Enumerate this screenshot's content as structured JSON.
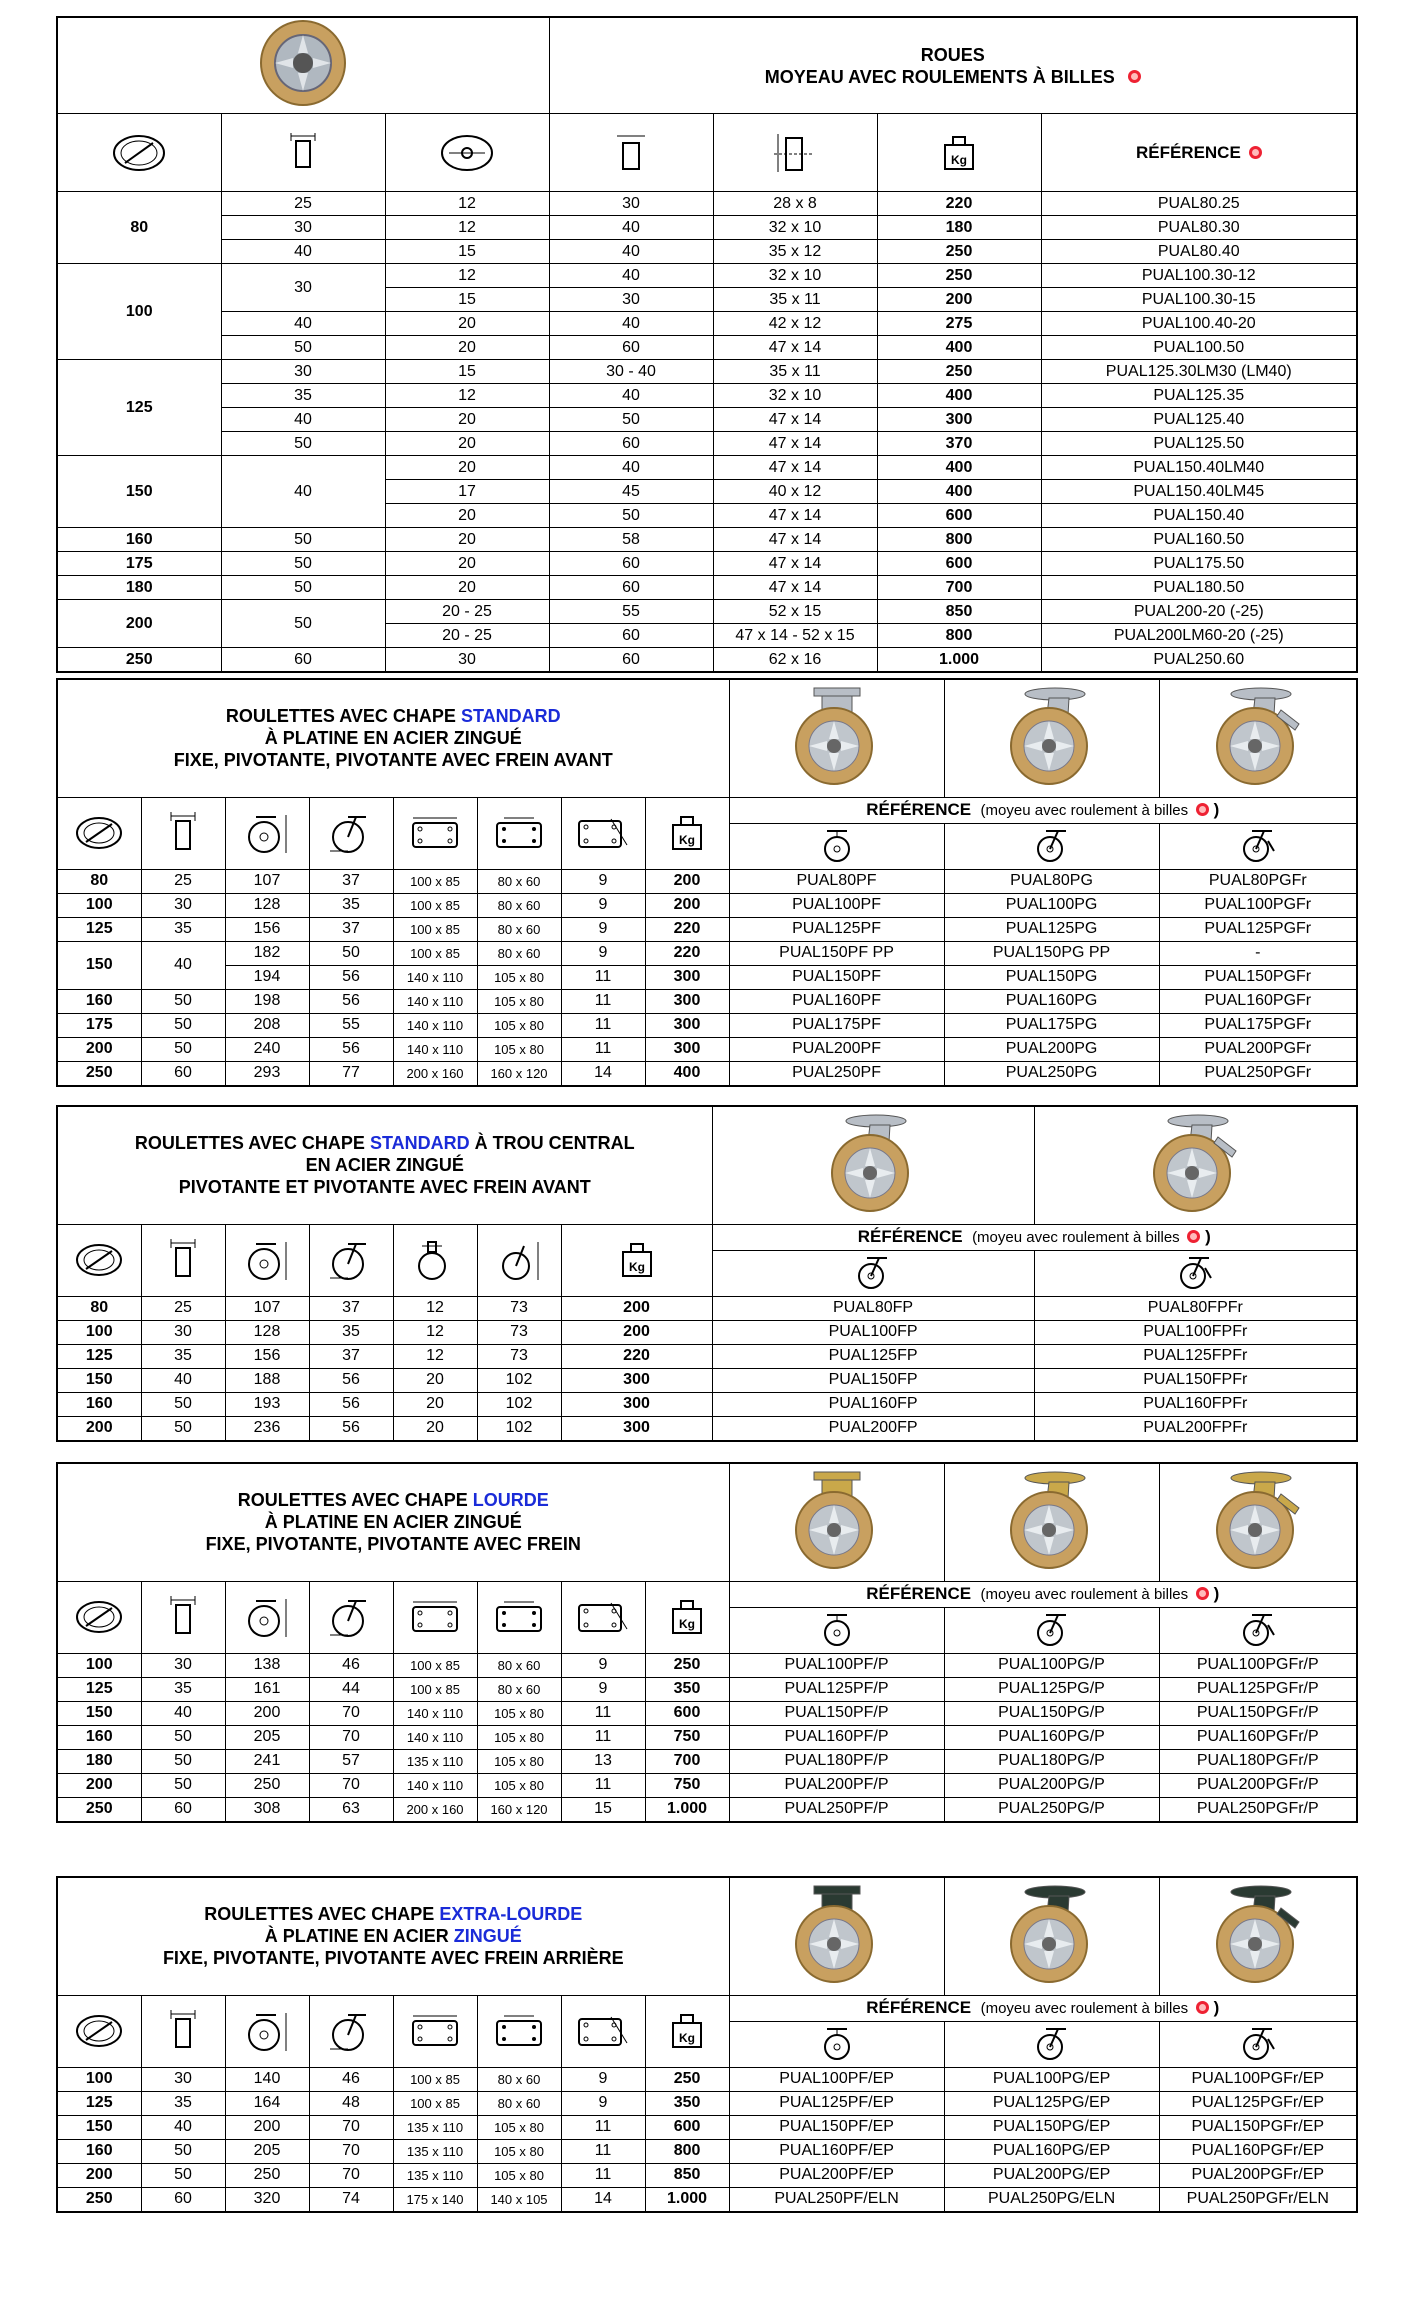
{
  "colors": {
    "accent": "#1a2bd8",
    "badge": "#e23",
    "wheel_tread": "#c8a060",
    "hub": "#b0b8c0"
  },
  "s1": {
    "title1": "ROUES",
    "title2": "MOYEAU AVEC ROULEMENTS À BILLES",
    "ref_label": "RÉFÉRENCE",
    "rows": [
      [
        "80",
        "25",
        "12",
        "30",
        "28 x 8",
        "220",
        "PUAL80.25"
      ],
      [
        "",
        "30",
        "12",
        "40",
        "32 x 10",
        "180",
        "PUAL80.30"
      ],
      [
        "",
        "40",
        "15",
        "40",
        "35 x 12",
        "250",
        "PUAL80.40"
      ],
      [
        "100",
        "30",
        "12",
        "40",
        "32 x 10",
        "250",
        "PUAL100.30-12"
      ],
      [
        "",
        "",
        "15",
        "30",
        "35 x 11",
        "200",
        "PUAL100.30-15"
      ],
      [
        "",
        "40",
        "20",
        "40",
        "42 x 12",
        "275",
        "PUAL100.40-20"
      ],
      [
        "",
        "50",
        "20",
        "60",
        "47 x 14",
        "400",
        "PUAL100.50"
      ],
      [
        "125",
        "30",
        "15",
        "30 - 40",
        "35 x 11",
        "250",
        "PUAL125.30LM30 (LM40)"
      ],
      [
        "",
        "35",
        "12",
        "40",
        "32 x 10",
        "400",
        "PUAL125.35"
      ],
      [
        "",
        "40",
        "20",
        "50",
        "47 x 14",
        "300",
        "PUAL125.40"
      ],
      [
        "",
        "50",
        "20",
        "60",
        "47 x 14",
        "370",
        "PUAL125.50"
      ],
      [
        "150",
        "40",
        "20",
        "40",
        "47 x 14",
        "400",
        "PUAL150.40LM40"
      ],
      [
        "",
        "",
        "17",
        "45",
        "40 x 12",
        "400",
        "PUAL150.40LM45"
      ],
      [
        "",
        "",
        "20",
        "50",
        "47 x 14",
        "600",
        "PUAL150.40"
      ],
      [
        "160",
        "50",
        "20",
        "58",
        "47 x 14",
        "800",
        "PUAL160.50"
      ],
      [
        "175",
        "50",
        "20",
        "60",
        "47 x 14",
        "600",
        "PUAL175.50"
      ],
      [
        "180",
        "50",
        "20",
        "60",
        "47 x 14",
        "700",
        "PUAL180.50"
      ],
      [
        "200",
        "50",
        "20 - 25",
        "55",
        "52 x 15",
        "850",
        "PUAL200-20 (-25)"
      ],
      [
        "",
        "",
        "20 - 25",
        "60",
        "47 x 14 - 52 x 15",
        "800",
        "PUAL200LM60-20 (-25)"
      ],
      [
        "250",
        "60",
        "30",
        "60",
        "62 x 16",
        "1.000",
        "PUAL250.60"
      ]
    ]
  },
  "s2": {
    "title_a": "ROULETTES AVEC CHAPE ",
    "title_b": "STANDARD",
    "line2": "À PLATINE EN ACIER ZINGUÉ",
    "line3": "FIXE, PIVOTANTE, PIVOTANTE AVEC FREIN AVANT",
    "ref": "RÉFÉRENCE",
    "ref_note": "(moyeu avec roulement à billes",
    "rows": [
      [
        "80",
        "25",
        "107",
        "37",
        "100 x 85",
        "80 x 60",
        "9",
        "200",
        "PUAL80PF",
        "PUAL80PG",
        "PUAL80PGFr"
      ],
      [
        "100",
        "30",
        "128",
        "35",
        "100 x 85",
        "80 x 60",
        "9",
        "200",
        "PUAL100PF",
        "PUAL100PG",
        "PUAL100PGFr"
      ],
      [
        "125",
        "35",
        "156",
        "37",
        "100 x 85",
        "80 x 60",
        "9",
        "220",
        "PUAL125PF",
        "PUAL125PG",
        "PUAL125PGFr"
      ],
      [
        "150",
        "40",
        "182",
        "50",
        "100 x 85",
        "80 x 60",
        "9",
        "220",
        "PUAL150PF PP",
        "PUAL150PG PP",
        "-"
      ],
      [
        "",
        "",
        "194",
        "56",
        "140 x 110",
        "105 x 80",
        "11",
        "300",
        "PUAL150PF",
        "PUAL150PG",
        "PUAL150PGFr"
      ],
      [
        "160",
        "50",
        "198",
        "56",
        "140 x 110",
        "105 x 80",
        "11",
        "300",
        "PUAL160PF",
        "PUAL160PG",
        "PUAL160PGFr"
      ],
      [
        "175",
        "50",
        "208",
        "55",
        "140 x 110",
        "105 x 80",
        "11",
        "300",
        "PUAL175PF",
        "PUAL175PG",
        "PUAL175PGFr"
      ],
      [
        "200",
        "50",
        "240",
        "56",
        "140 x 110",
        "105 x 80",
        "11",
        "300",
        "PUAL200PF",
        "PUAL200PG",
        "PUAL200PGFr"
      ],
      [
        "250",
        "60",
        "293",
        "77",
        "200 x 160",
        "160 x 120",
        "14",
        "400",
        "PUAL250PF",
        "PUAL250PG",
        "PUAL250PGFr"
      ]
    ]
  },
  "s3": {
    "title_a": "ROULETTES AVEC CHAPE  ",
    "title_b": "STANDARD",
    "title_c": " À TROU CENTRAL",
    "line2": "EN ACIER ZINGUÉ",
    "line3": "PIVOTANTE ET PIVOTANTE AVEC FREIN AVANT",
    "ref": "RÉFÉRENCE",
    "ref_note": "(moyeu avec roulement à billes",
    "rows": [
      [
        "80",
        "25",
        "107",
        "37",
        "12",
        "73",
        "200",
        "PUAL80FP",
        "PUAL80FPFr"
      ],
      [
        "100",
        "30",
        "128",
        "35",
        "12",
        "73",
        "200",
        "PUAL100FP",
        "PUAL100FPFr"
      ],
      [
        "125",
        "35",
        "156",
        "37",
        "12",
        "73",
        "220",
        "PUAL125FP",
        "PUAL125FPFr"
      ],
      [
        "150",
        "40",
        "188",
        "56",
        "20",
        "102",
        "300",
        "PUAL150FP",
        "PUAL150FPFr"
      ],
      [
        "160",
        "50",
        "193",
        "56",
        "20",
        "102",
        "300",
        "PUAL160FP",
        "PUAL160FPFr"
      ],
      [
        "200",
        "50",
        "236",
        "56",
        "20",
        "102",
        "300",
        "PUAL200FP",
        "PUAL200FPFr"
      ]
    ]
  },
  "s4": {
    "title_a": "ROULETTES AVEC CHAPE ",
    "title_b": "LOURDE",
    "line2": "À PLATINE EN ACIER ZINGUÉ",
    "line3": "FIXE, PIVOTANTE, PIVOTANTE AVEC FREIN",
    "ref": "RÉFÉRENCE",
    "ref_note": "(moyeu avec roulement à billes",
    "rows": [
      [
        "100",
        "30",
        "138",
        "46",
        "100 x 85",
        "80 x 60",
        "9",
        "250",
        "PUAL100PF/P",
        "PUAL100PG/P",
        "PUAL100PGFr/P"
      ],
      [
        "125",
        "35",
        "161",
        "44",
        "100 x 85",
        "80 x 60",
        "9",
        "350",
        "PUAL125PF/P",
        "PUAL125PG/P",
        "PUAL125PGFr/P"
      ],
      [
        "150",
        "40",
        "200",
        "70",
        "140 x 110",
        "105 x 80",
        "11",
        "600",
        "PUAL150PF/P",
        "PUAL150PG/P",
        "PUAL150PGFr/P"
      ],
      [
        "160",
        "50",
        "205",
        "70",
        "140 x 110",
        "105 x 80",
        "11",
        "750",
        "PUAL160PF/P",
        "PUAL160PG/P",
        "PUAL160PGFr/P"
      ],
      [
        "180",
        "50",
        "241",
        "57",
        "135 x 110",
        "105 x 80",
        "13",
        "700",
        "PUAL180PF/P",
        "PUAL180PG/P",
        "PUAL180PGFr/P"
      ],
      [
        "200",
        "50",
        "250",
        "70",
        "140 x 110",
        "105 x 80",
        "11",
        "750",
        "PUAL200PF/P",
        "PUAL200PG/P",
        "PUAL200PGFr/P"
      ],
      [
        "250",
        "60",
        "308",
        "63",
        "200 x 160",
        "160 x 120",
        "15",
        "1.000",
        "PUAL250PF/P",
        "PUAL250PG/P",
        "PUAL250PGFr/P"
      ]
    ]
  },
  "s5": {
    "title_a": "ROULETTES AVEC CHAPE  ",
    "title_b": "EXTRA-LOURDE",
    "line2a": "À PLATINE EN ACIER ",
    "line2b": "ZINGUÉ",
    "line3": "FIXE, PIVOTANTE, PIVOTANTE AVEC FREIN ARRIÈRE",
    "ref": "RÉFÉRENCE",
    "ref_note": "(moyeu avec roulement à billes",
    "rows": [
      [
        "100",
        "30",
        "140",
        "46",
        "100 x 85",
        "80 x 60",
        "9",
        "250",
        "PUAL100PF/EP",
        "PUAL100PG/EP",
        "PUAL100PGFr/EP"
      ],
      [
        "125",
        "35",
        "164",
        "48",
        "100 x 85",
        "80 x 60",
        "9",
        "350",
        "PUAL125PF/EP",
        "PUAL125PG/EP",
        "PUAL125PGFr/EP"
      ],
      [
        "150",
        "40",
        "200",
        "70",
        "135 x 110",
        "105 x 80",
        "11",
        "600",
        "PUAL150PF/EP",
        "PUAL150PG/EP",
        "PUAL150PGFr/EP"
      ],
      [
        "160",
        "50",
        "205",
        "70",
        "135 x 110",
        "105 x 80",
        "11",
        "800",
        "PUAL160PF/EP",
        "PUAL160PG/EP",
        "PUAL160PGFr/EP"
      ],
      [
        "200",
        "50",
        "250",
        "70",
        "135 x 110",
        "105 x 80",
        "11",
        "850",
        "PUAL200PF/EP",
        "PUAL200PG/EP",
        "PUAL200PGFr/EP"
      ],
      [
        "250",
        "60",
        "320",
        "74",
        "175 x 140",
        "140 x 105",
        "14",
        "1.000",
        "PUAL250PF/ELN",
        "PUAL250PG/ELN",
        "PUAL250PGFr/ELN"
      ]
    ]
  }
}
